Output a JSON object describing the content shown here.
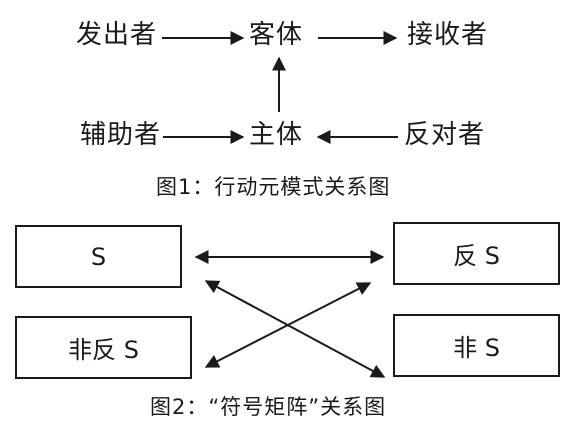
{
  "figure1": {
    "nodes": {
      "sender": "发出者",
      "object": "客体",
      "receiver": "接收者",
      "helper": "辅助者",
      "subject": "主体",
      "opponent": "反对者"
    },
    "caption": "图1：行动元模式关系图"
  },
  "figure2": {
    "boxes": {
      "s": "S",
      "anti_s": "反 S",
      "non_anti_s": "非反 S",
      "non_s": "非 S"
    },
    "caption": "图2：“符号矩阵”关系图"
  }
}
